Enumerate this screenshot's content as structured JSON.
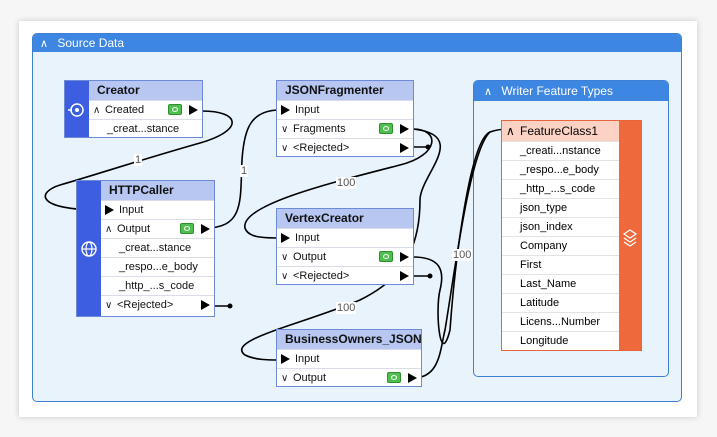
{
  "bookmark": {
    "title": "Source Data"
  },
  "writer_group": {
    "title": "Writer Feature Types"
  },
  "creator": {
    "title": "Creator",
    "port_created": "Created",
    "attr": "_creat...stance"
  },
  "httpcaller": {
    "title": "HTTPCaller",
    "input": "Input",
    "output": "Output",
    "attrs": [
      "_creat...stance",
      "_respo...e_body",
      "_http_...s_code"
    ],
    "rejected": "<Rejected>"
  },
  "jsonfragmenter": {
    "title": "JSONFragmenter",
    "input": "Input",
    "fragments": "Fragments",
    "rejected": "<Rejected>"
  },
  "vertexcreator": {
    "title": "VertexCreator",
    "input": "Input",
    "output": "Output",
    "rejected": "<Rejected>"
  },
  "businessowners": {
    "title": "BusinessOwners_JSON",
    "input": "Input",
    "output": "Output"
  },
  "featureclass": {
    "title": "FeatureClass1",
    "attrs": [
      "_creati...nstance",
      "_respo...e_body",
      "_http_...s_code",
      "json_type",
      "json_index",
      "Company",
      "First",
      "Last_Name",
      "Latitude",
      "Licens...Number",
      "Longitude"
    ]
  },
  "wire_labels": {
    "creator_http": "1",
    "http_json": "1",
    "json_vertex": "100",
    "vertex_writer": "100",
    "json_business": "100"
  },
  "icons": {
    "creator": "creator-target-icon",
    "httpcaller": "globe-icon",
    "featureclass": "stack-layers-icon",
    "chevron": "chevron-up-icon"
  },
  "colors": {
    "bookmark_header": "#3d86e2",
    "transformer_header": "#b7c7f2",
    "writer_header": "#fbd2c4",
    "writer_side": "#ee6a3c",
    "side_bar": "#3d5ee0"
  }
}
